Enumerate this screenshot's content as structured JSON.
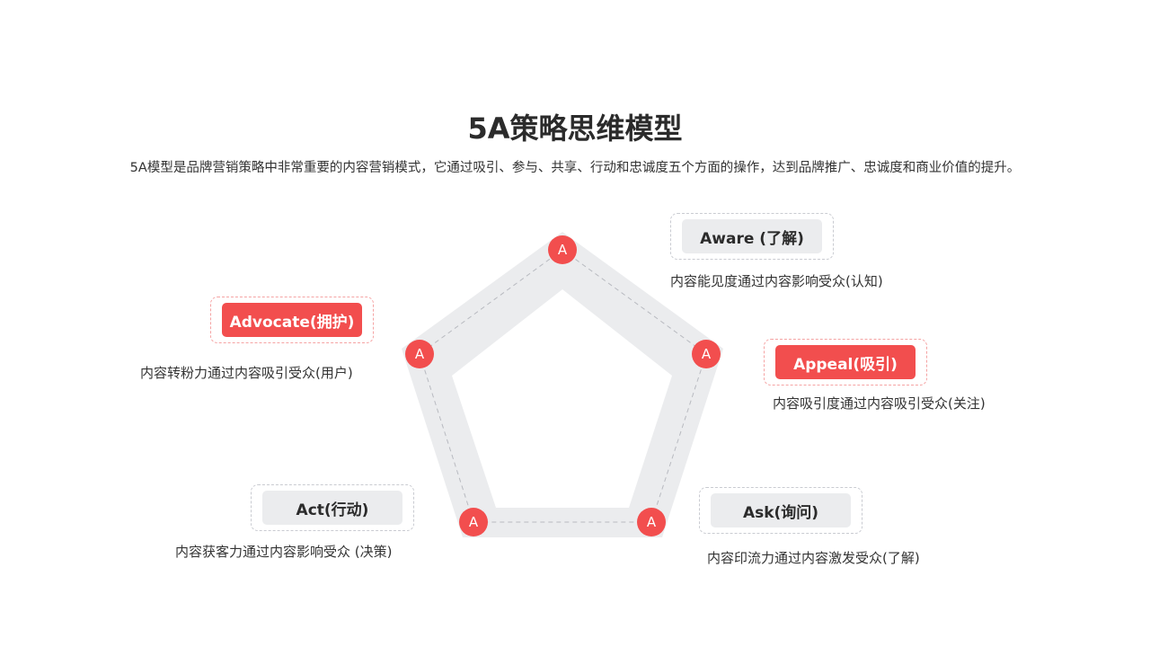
{
  "title": "5A策略思维模型",
  "subtitle": "5A模型是品牌营销策略中非常重要的内容营销模式，它通过吸引、参与、共享、行动和忠诚度五个方面的操作，达到品牌推广、忠诚度和商业价值的提升。",
  "node_label": "A",
  "colors": {
    "accent": "#f24e4e",
    "band": "#ebecee"
  },
  "stages": [
    {
      "label": "Aware (了解)",
      "desc": "内容能见度通过内容影响受众(认知)"
    },
    {
      "label": "Appeal(吸引)",
      "desc": "内容吸引度通过内容吸引受众(关注)"
    },
    {
      "label": "Ask(询问)",
      "desc": "内容印流力通过内容激发受众(了解)"
    },
    {
      "label": "Act(行动)",
      "desc": "内容获客力通过内容影响受众 (决策)"
    },
    {
      "label": "Advocate(拥护)",
      "desc": "内容转粉力通过内容吸引受众(用户)"
    }
  ]
}
